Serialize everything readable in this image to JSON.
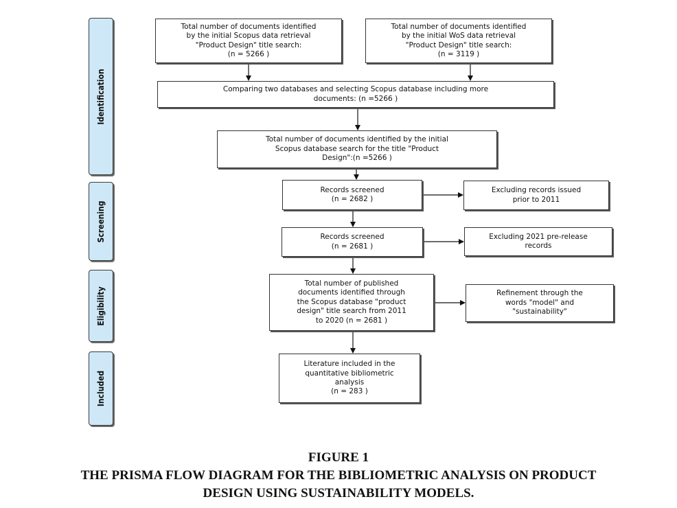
{
  "phases": {
    "identification": "Identification",
    "screening": "Screening",
    "eligibility": "Eligibility",
    "included": "Included"
  },
  "boxes": {
    "scopus_initial": "Total number of documents identified\nby the initial Scopus data retrieval\n\"Product Design\" title search:\n(n = 5266 )",
    "wos_initial": "Total number of documents identified\nby the initial WoS data retrieval\n\"Product Design\" title search:\n(n = 3119 )",
    "compare": "Comparing two databases and selecting Scopus database including more\ndocuments: (n =5266 )",
    "scopus_total": "Total number of documents identified by the initial\nScopus database search for the title \"Product\nDesign\":(n =5266 )",
    "screened_1": "Records screened\n(n = 2682 )",
    "exclude_2011": "Excluding records issued\nprior to 2011",
    "screened_2": "Records screened\n(n = 2681 )",
    "exclude_2021": "Excluding 2021 pre-release\nrecords",
    "published": "Total number of published\ndocuments identified through\nthe Scopus database \"product\ndesign\" title search from 2011\nto 2020 (n = 2681 )",
    "refinement": "Refinement through the\nwords \"model\" and\n\"sustainability\"",
    "included": "Literature included in the\nquantitative bibliometric\nanalysis\n(n = 283 )"
  },
  "caption": {
    "figure": "FIGURE 1",
    "title": "THE PRISMA FLOW DIAGRAM FOR THE BIBLIOMETRIC ANALYSIS ON PRODUCT\nDESIGN USING SUSTAINABILITY MODELS."
  }
}
